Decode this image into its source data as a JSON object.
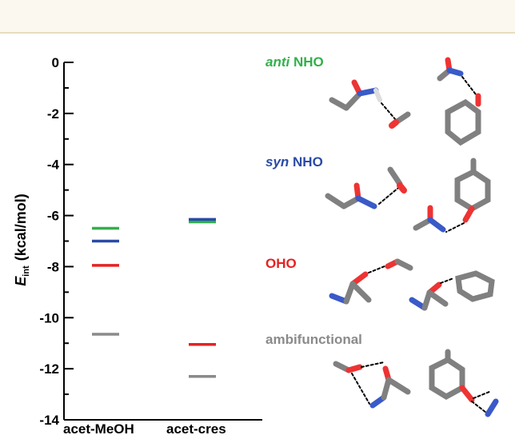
{
  "chart_data": {
    "type": "scatter",
    "ylabel": "E",
    "ylabel_sub": "int",
    "ylabel_unit": "(kcal/mol)",
    "ylim": [
      -14,
      0
    ],
    "yticks": [
      0,
      -2,
      -4,
      -6,
      -8,
      -10,
      -12,
      -14
    ],
    "categories": [
      "acet-MeOH",
      "acet-cres"
    ],
    "series": [
      {
        "name": "anti NHO",
        "color": "#33b04a",
        "values": [
          -6.5,
          -6.25
        ]
      },
      {
        "name": "syn NHO",
        "color": "#2a4aa8",
        "values": [
          -7.0,
          -6.15
        ]
      },
      {
        "name": "OHO",
        "color": "#e52222",
        "values": [
          -7.95,
          -11.05
        ]
      },
      {
        "name": "ambifunctional",
        "color": "#8a8a8a",
        "values": [
          -10.65,
          -12.3
        ]
      }
    ],
    "legend": "right, stacked labels with molecular structures"
  },
  "labels": {
    "anti_italic": "anti",
    "anti_rest": " NHO",
    "syn_italic": "syn",
    "syn_rest": " NHO",
    "oho": "OHO",
    "ambi": "ambifunctional"
  }
}
